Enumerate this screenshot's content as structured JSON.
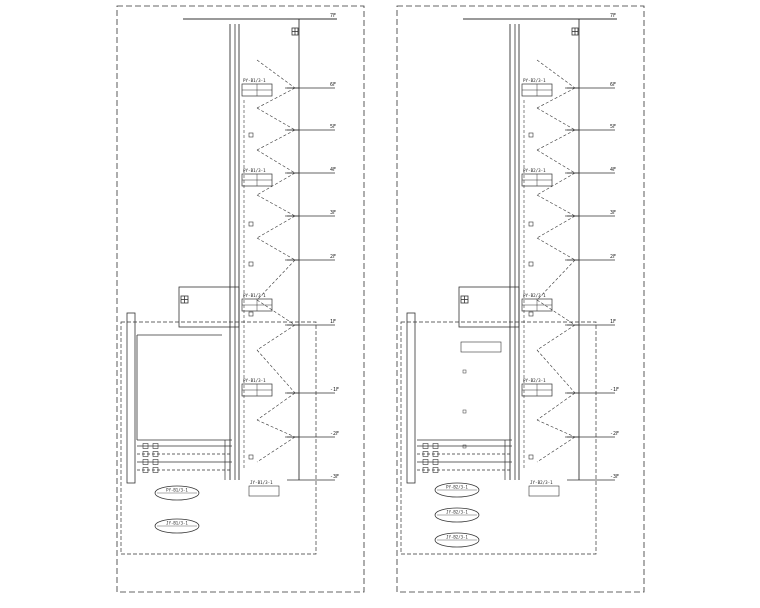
{
  "left_panel": {
    "floor_labels": [
      "7F",
      "6F",
      "5F",
      "4F",
      "3F",
      "2F",
      "1F",
      "-1F",
      "-2F",
      "-3F"
    ],
    "equipment_tags": [
      "PY-B1/3-1",
      "PY-B1/3-1",
      "PY-B1/3-1",
      "PY-B1/3-1"
    ],
    "bottom_tags": [
      "JY-B1/3-1",
      "PY-B1/3-1",
      "JY-B1/3-1"
    ]
  },
  "right_panel": {
    "floor_labels": [
      "7F",
      "6F",
      "5F",
      "4F",
      "3F",
      "2F",
      "1F",
      "-1F",
      "-2F",
      "-3F"
    ],
    "equipment_tags": [
      "PY-B2/3-1",
      "PY-B2/3-1",
      "PY-B2/3-1",
      "PY-B2/3-1"
    ],
    "bottom_tags": [
      "JY-B2/3-1",
      "PY-B2/3-1",
      "JY-B2/3-1"
    ]
  }
}
